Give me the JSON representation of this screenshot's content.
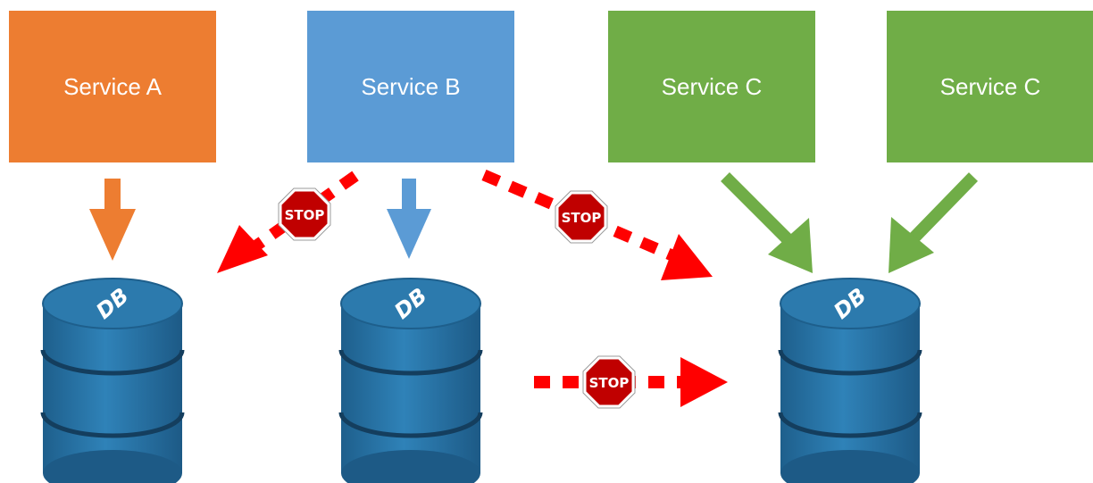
{
  "services": [
    {
      "id": "a",
      "label": "Service A",
      "color": "#ED7D31"
    },
    {
      "id": "b",
      "label": "Service B",
      "color": "#5B9BD5"
    },
    {
      "id": "c1",
      "label": "Service C",
      "color": "#70AD47"
    },
    {
      "id": "c2",
      "label": "Service C",
      "color": "#70AD47"
    }
  ],
  "databases": [
    {
      "label": "DB"
    },
    {
      "label": "DB"
    },
    {
      "label": "DB"
    }
  ],
  "stop_signs": [
    {
      "label": "STOP"
    },
    {
      "label": "STOP"
    },
    {
      "label": "STOP"
    }
  ],
  "colors": {
    "forbidden_arrow": "#FF0000",
    "stop_sign": "#C00000",
    "db_top": "#2E7DB0",
    "db_body": "#2A6E9C",
    "db_band": "#1B4F75",
    "arrow_a": "#ED7D31",
    "arrow_b": "#5B9BD5",
    "arrow_c": "#70AD47"
  }
}
